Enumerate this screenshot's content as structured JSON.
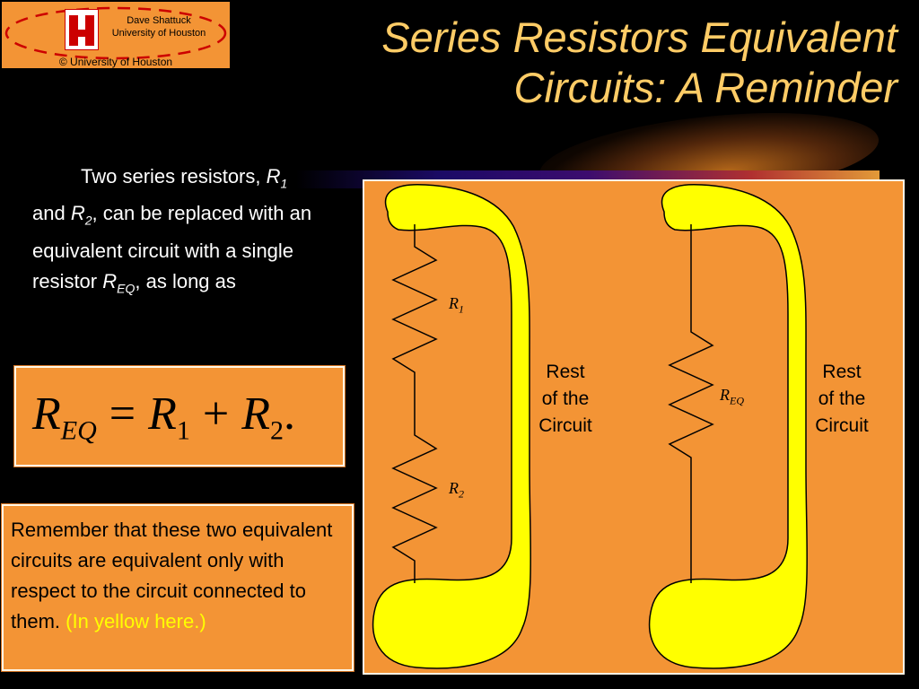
{
  "logo": {
    "author": "Dave Shattuck",
    "institution": "University of Houston",
    "copyright": "© University of Houston",
    "monogram": "UH"
  },
  "title": {
    "line1": "Series Resistors Equivalent",
    "line2": "Circuits: A Reminder"
  },
  "intro": {
    "part1": "Two series resistors, ",
    "r1_base": "R",
    "r1_sub": "1",
    "and": " and ",
    "r2_base": "R",
    "r2_sub": "2",
    "part2": ", can be replaced with an equivalent circuit with a single resistor ",
    "req_base": "R",
    "req_sub": "EQ",
    "part3": ", as long as"
  },
  "equation": {
    "lhs_base": "R",
    "lhs_sub": "EQ",
    "equals": "=",
    "r1_base": "R",
    "r1_sub": "1",
    "plus": "+",
    "r2_base": "R",
    "r2_sub": "2",
    "period": "."
  },
  "note": {
    "text": "Remember that these two equivalent circuits are equivalent only with respect to the circuit connected to them.",
    "highlight": "(In yellow here.)"
  },
  "diagram": {
    "left": {
      "r1": {
        "base": "R",
        "sub": "1"
      },
      "r2": {
        "base": "R",
        "sub": "2"
      },
      "rest": [
        "Rest",
        "of the",
        "Circuit"
      ]
    },
    "right": {
      "req": {
        "base": "R",
        "sub": "EQ"
      },
      "rest": [
        "Rest",
        "of the",
        "Circuit"
      ]
    }
  },
  "colors": {
    "background": "#000000",
    "panel_orange": "#f39435",
    "title_gold": "#ffcc66",
    "yellow": "#ffff00",
    "logo_red": "#cc0000"
  }
}
